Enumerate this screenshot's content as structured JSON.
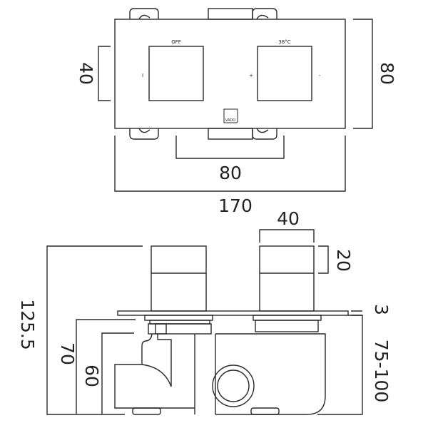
{
  "front_view": {
    "left_knob_label": "OFF",
    "right_knob_label": "38°C",
    "left_mark": "I",
    "plus_mark": "+",
    "minus_mark": "-",
    "logo": "VADO",
    "dims": {
      "knob_height": "40",
      "plate_height": "80",
      "knob_spacing": "80",
      "plate_width": "170"
    }
  },
  "side_view": {
    "dims": {
      "knob_width": "40",
      "knob_cap": "20",
      "plate_thickness": "3",
      "wall_depth": "75-100",
      "total_depth": "125.5",
      "body_depth": "70",
      "inner_depth": "60"
    }
  }
}
